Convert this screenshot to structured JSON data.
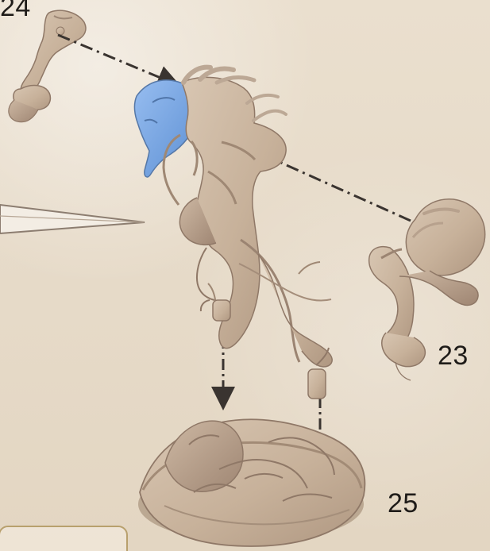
{
  "labels": {
    "part_24": "24",
    "part_23": "23",
    "part_25": "25"
  },
  "colors": {
    "background": "#e8ded0",
    "miniature": "#cdb7a0",
    "head_highlight": "#6f9fd8",
    "arrow": "#3a3430",
    "label": "#1f1c19"
  }
}
